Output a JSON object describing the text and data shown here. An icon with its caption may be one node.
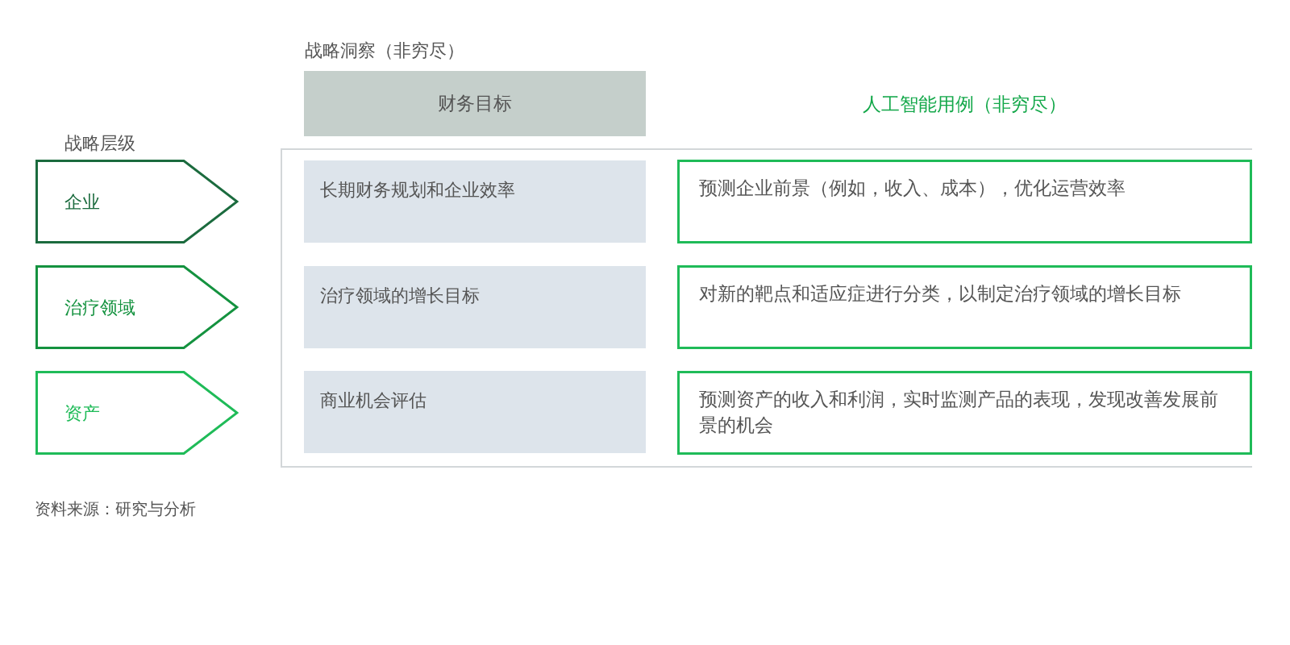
{
  "diagram": {
    "nodes": [
      {
        "text": [
          "财务目标"
        ]
      },
      {
        "text": [
          "企业"
        ]
      },
      {
        "text": [
          "长期财务规划和企业效率"
        ]
      },
      {
        "text": [
          "预测企业前景（例如，收入、成本），优化运营效率"
        ]
      },
      {
        "text": [
          "治疗领域"
        ]
      },
      {
        "text": [
          "治疗领域的增长目标"
        ]
      },
      {
        "text": [
          "对新的靶点和适应症进行分类，以制定治疗领域的增长目标"
        ]
      },
      {
        "text": [
          "资产"
        ]
      },
      {
        "text": [
          "商业机会评估"
        ]
      },
      {
        "text": [
          "预测资产的收入和利润，实时监测产品的表现，发现改善发展前景的机会"
        ]
      }
    ],
    "labels": [
      "战略洞察（非穷尽）",
      "人工智能用例（非穷尽）",
      "战略层级"
    ],
    "caption": "资料来源：研究与分析"
  }
}
